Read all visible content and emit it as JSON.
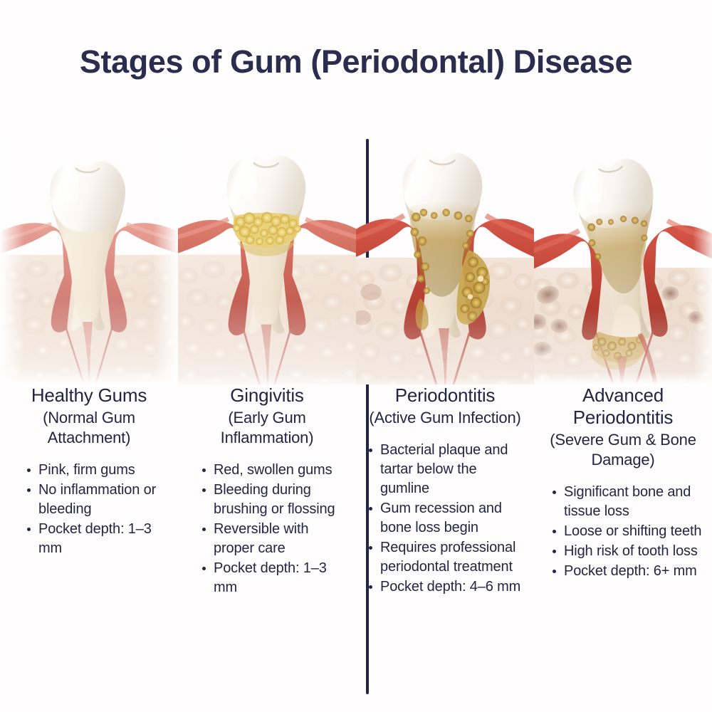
{
  "title": "Stages of Gum (Periodontal) Disease",
  "colors": {
    "title_text": "#2b2d4f",
    "body_text": "#232544",
    "divider": "#232544",
    "background": "#fffdfd",
    "gum_healthy": "#dd8e84",
    "gum_inflamed": "#cf6257",
    "gum_severe": "#c4483a",
    "bone": "#f1e2d7",
    "enamel": "#ffffff",
    "dentin": "#efe6d6",
    "tartar_light": "#e8cf72",
    "tartar_dark": "#b58a33"
  },
  "stages": [
    {
      "heading": "Healthy Gums",
      "subheading": "(Normal Gum Attachment)",
      "illustration": "healthy-tooth-cross-section",
      "bullets": [
        "Pink, firm gums",
        " No inflammation or bleeding",
        " Pocket depth: 1–3 mm"
      ],
      "pocket_depth": "1–3 mm"
    },
    {
      "heading": "Gingivitis",
      "subheading": "(Early Gum Inflammation)",
      "illustration": "gingivitis-tooth-cross-section",
      "bullets": [
        "Red, swollen gums",
        "Bleeding during brushing or flossing",
        " Reversible with proper care",
        " Pocket depth: 1–3 mm"
      ],
      "pocket_depth": "1–3 mm"
    },
    {
      "heading": "Periodontitis",
      "subheading": "(Active Gum Infection)",
      "illustration": "periodontitis-tooth-cross-section",
      "bullets": [
        "Bacterial plaque and tartar below the gumline",
        "Gum recession and bone loss begin",
        "Requires professional periodontal treatment",
        "Pocket depth: 4–6 mm"
      ],
      "pocket_depth": "4–6 mm"
    },
    {
      "heading": "Advanced Periodontitis",
      "subheading": "(Severe Gum & Bone Damage)",
      "illustration": "advanced-periodontitis-tooth-cross-section",
      "bullets": [
        "Significant bone and tissue loss",
        " Loose or shifting teeth",
        "High risk of tooth loss",
        "Pocket depth: 6+ mm"
      ],
      "pocket_depth": "6+ mm"
    }
  ]
}
